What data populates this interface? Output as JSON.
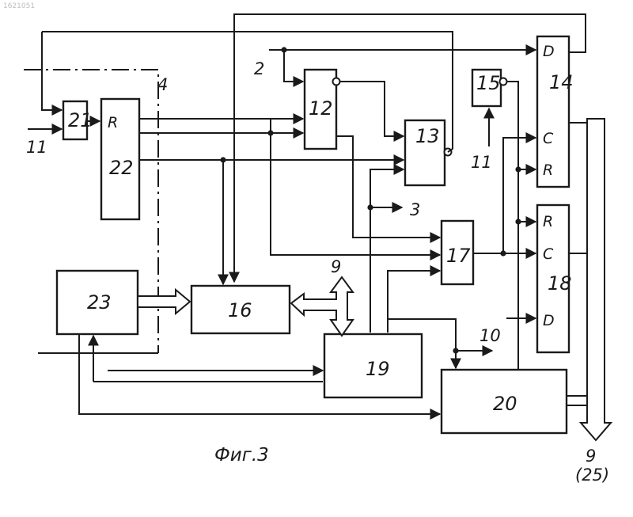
{
  "figure": {
    "caption": "Фиг.3",
    "corner_mark": "1621051"
  },
  "blocks": {
    "b12": "12",
    "b13": "13",
    "b14": "14",
    "b15": "15",
    "b16": "16",
    "b17": "17",
    "b18": "18",
    "b19": "19",
    "b20": "20",
    "b21": "21",
    "b22": "22",
    "b23": "23"
  },
  "pins": {
    "r22": "R",
    "d14": "D",
    "c14": "C",
    "r14": "R",
    "r18": "R",
    "c18": "C",
    "d18": "D"
  },
  "signals": {
    "s2": "2",
    "s3": "3",
    "s4": "4",
    "s9_top": "9",
    "s10": "10",
    "s11_left": "11",
    "s11_right": "11",
    "s9_out": "9",
    "s25": "(25)"
  }
}
